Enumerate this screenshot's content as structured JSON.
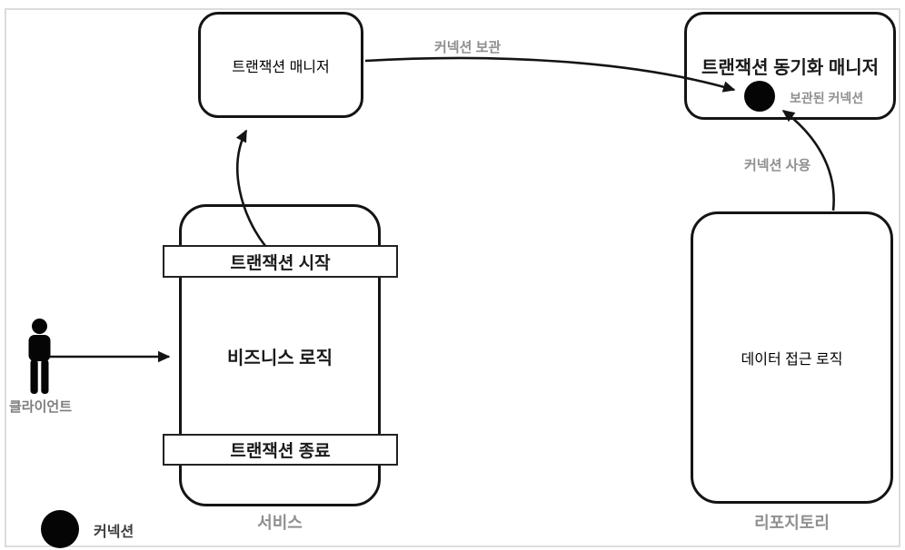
{
  "nodes": {
    "transaction_manager": {
      "label": "트랜잭션 매니저"
    },
    "sync_manager": {
      "label": "트랜잭션 동기화 매니저",
      "stored_connection_label": "보관된 커넥션"
    },
    "service": {
      "start_bar": "트랜잭션 시작",
      "business_logic": "비즈니스 로직",
      "end_bar": "트랜잭션 종료",
      "caption": "서비스"
    },
    "repository": {
      "label": "데이터 접근 로직",
      "caption": "리포지토리"
    },
    "client": {
      "label": "클라이언트"
    }
  },
  "edges": {
    "store_connection": {
      "label": "커넥션 보관"
    },
    "use_connection": {
      "label": "커넥션 사용"
    }
  },
  "legend": {
    "connection_label": "커넥션"
  },
  "colors": {
    "stroke": "#141414",
    "gray_label": "#8f8f8f",
    "legend_text": "#3f3f3f",
    "frame_border": "#dcdcdc",
    "dot_fill": "#050505"
  }
}
